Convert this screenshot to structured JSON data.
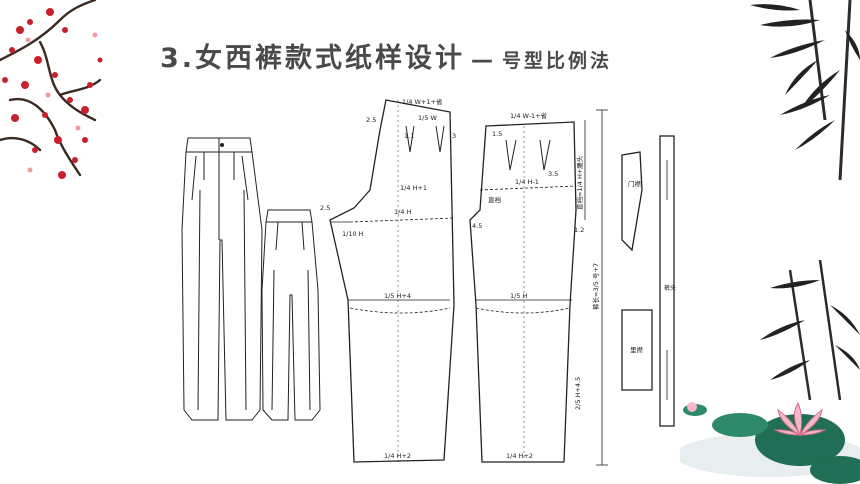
{
  "slide": {
    "title_main": "3.女西裤款式纸样设计",
    "title_sub": "号型比例法"
  },
  "pattern_labels": {
    "front_waist": "1/4 W+1+省",
    "front_dart": "1/5 W",
    "front_hip_line": "1/4 H+1",
    "front_h": "1/4 H",
    "front_crotch": "1/10 H",
    "front_knee": "1/5 H+4",
    "front_hem": "1/4 H+2",
    "back_waist": "1/4 W-1+省",
    "back_hip_line": "1/4 H-1",
    "back_crotch_mark": "直裆",
    "back_knee": "1/5 H",
    "back_hem": "1/4 H+2",
    "fly_label": "门襟",
    "waistband_label": "裤头",
    "placket_label": "里襟",
    "num_25": "2.5",
    "num_11": "1.1",
    "num_3": "3",
    "num_15": "1.5",
    "num_35": "3.5",
    "num_45": "4.5",
    "num_12": "1.2",
    "side_len": "裤长=3/5 号+7",
    "rise_len": "直裆=1/4 H+腰头",
    "side_inseam": "2/5 H+4.5"
  }
}
